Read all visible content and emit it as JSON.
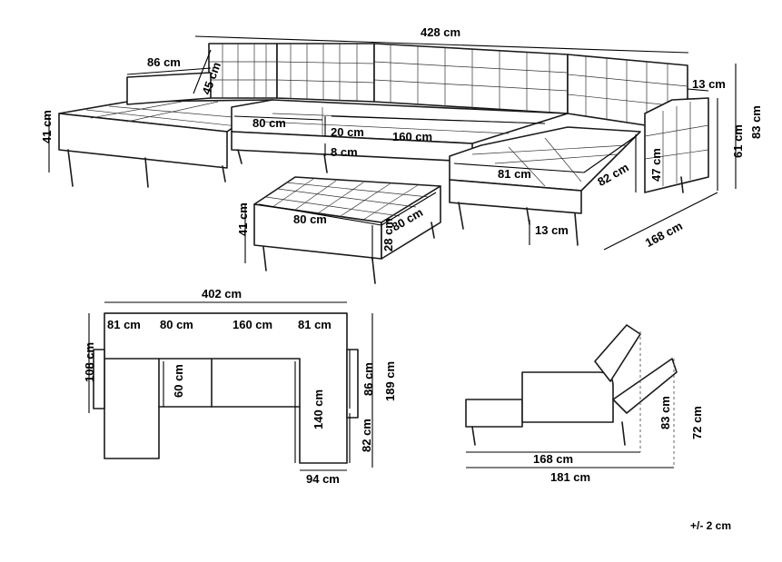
{
  "tolerance": "+/- 2 cm",
  "isometric_dimensions": {
    "total_width": "428 cm",
    "chaise_depth": "86 cm",
    "armrest_height": "45 cm",
    "seat_height_left": "41 cm",
    "left_seat_width": "80 cm",
    "seat_cushion_thickness": "20 cm",
    "middle_seat_width": "160 cm",
    "leg_gap": "8 cm",
    "chaise_seat_width": "81 cm",
    "chaise_seat_depth": "82 cm",
    "armrest_width": "13 cm",
    "seat_height_right": "47 cm",
    "back_height": "61 cm",
    "total_height": "83 cm",
    "total_depth": "168 cm",
    "leg_height": "13 cm"
  },
  "ottoman": {
    "width": "80 cm",
    "depth": "80 cm",
    "height": "41 cm",
    "cushion_height": "28 cm"
  },
  "top_view": {
    "total_width": "402 cm",
    "segments": [
      "81 cm",
      "80 cm",
      "160 cm",
      "81 cm"
    ],
    "left_depth": "108 cm",
    "seat_depth": "60 cm",
    "chaise_length": "140 cm",
    "chaise_seat": "86 cm",
    "chaise_front": "82 cm",
    "overall_depth": "189 cm",
    "chaise_width": "94 cm"
  },
  "side_view": {
    "bed_length": "168 cm",
    "total_length": "181 cm",
    "back_height": "83 cm",
    "reclined_height": "72 cm"
  }
}
